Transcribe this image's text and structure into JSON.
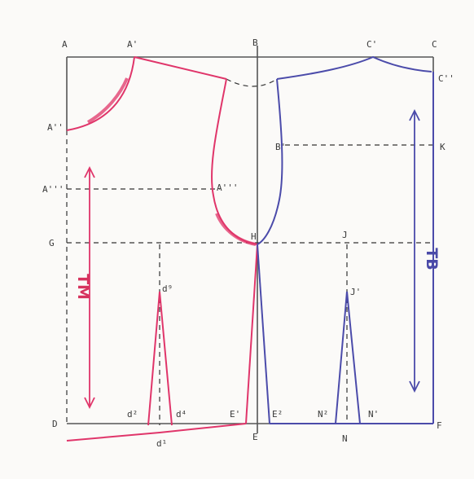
{
  "colors": {
    "frame": "#555555",
    "red": "#e0356a",
    "blue": "#4b4baa",
    "dash": "#333333"
  },
  "labels": {
    "A": "A",
    "A1": "A'",
    "B": "B",
    "C1": "C'",
    "C": "C",
    "C2": "C''",
    "A2": "A''",
    "B1": "B'",
    "K": "K",
    "A3": "A'''",
    "A4": "A'''",
    "G": "G",
    "H": "H",
    "J": "J",
    "D": "D",
    "d2": "d²",
    "d4": "d⁴",
    "d9": "d⁹",
    "d1": "d¹",
    "E1": "E'",
    "E": "E",
    "E2": "E²",
    "J1": "J'",
    "N2": "N²",
    "N": "N",
    "N1": "N'",
    "F": "F",
    "TM": "TM",
    "TB": "TB"
  }
}
